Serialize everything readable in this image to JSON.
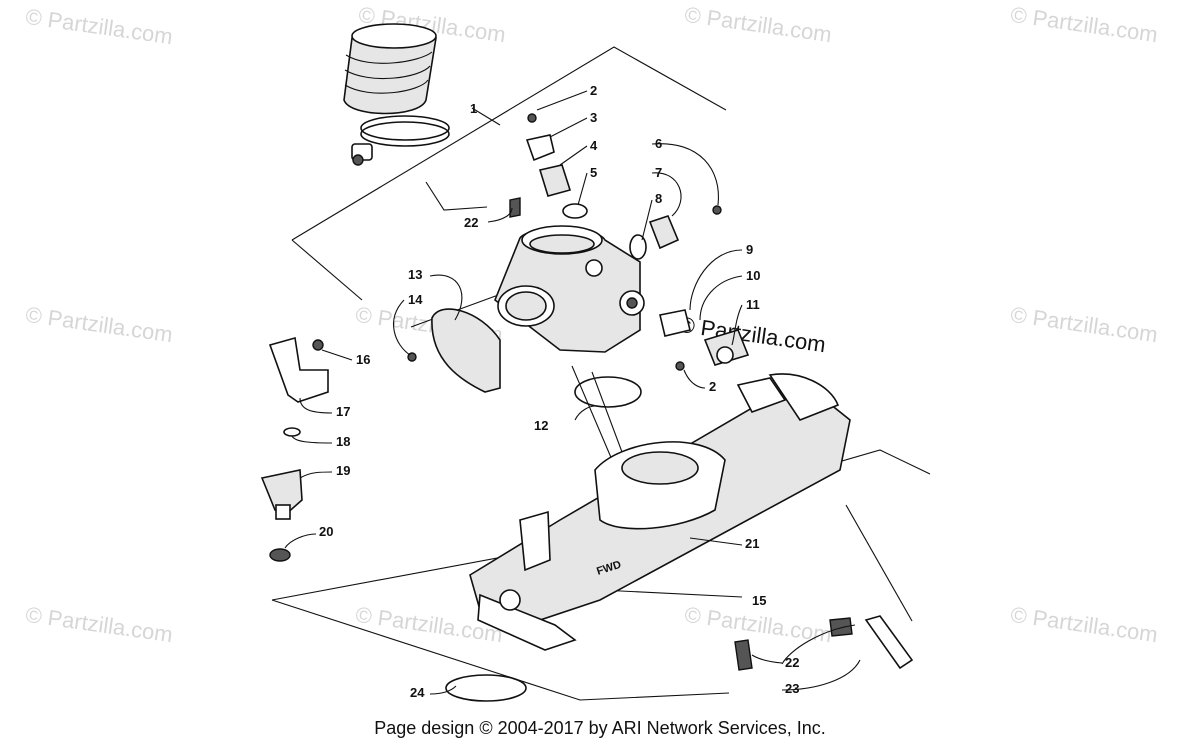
{
  "watermark": {
    "text": "© Partzilla.com",
    "inline_text": "© Partzilla.com"
  },
  "callouts": [
    "1",
    "2",
    "3",
    "4",
    "5",
    "6",
    "7",
    "8",
    "22",
    "9",
    "10",
    "13",
    "14",
    "11",
    "16",
    "2",
    "17",
    "12",
    "18",
    "19",
    "21",
    "20",
    "15",
    "22",
    "23",
    "24"
  ],
  "footer": {
    "text": "Page design © 2004-2017 by ARI Network Services, Inc."
  },
  "part_marks": {
    "fwd": "FWD"
  },
  "colors": {
    "background": "#ffffff",
    "ink": "#111111",
    "watermark": "#d6d6d6"
  }
}
